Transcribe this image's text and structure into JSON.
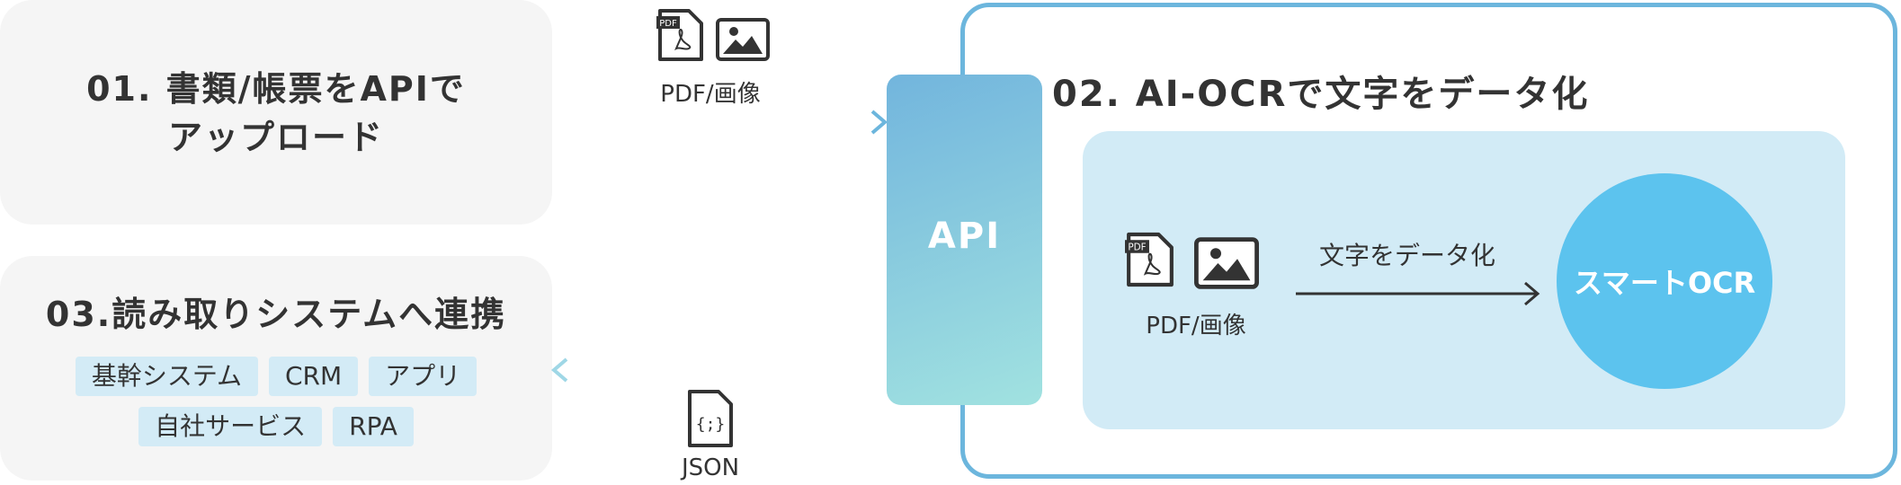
{
  "step1": {
    "title_line1": "01. 書類/帳票をAPIで",
    "title_line2": "アップロード"
  },
  "step2": {
    "title": "02. AI-OCRで文字をデータ化",
    "api_label": "API",
    "files_label": "PDF/画像",
    "convert_label": "文字をデータ化",
    "ocr_label": "スマートOCR"
  },
  "step3": {
    "title": "03.読み取りシステムへ連携",
    "tags_row1": [
      "基幹システム",
      "CRM",
      "アプリ"
    ],
    "tags_row2": [
      "自社サービス",
      "RPA"
    ]
  },
  "upload_label": "PDF/画像",
  "output_label": "JSON",
  "icons": [
    "pdf-icon",
    "image-icon",
    "json-icon"
  ],
  "colors": {
    "accent": "#6cb6dd",
    "circle": "#5cc3ee",
    "inner": "#d2ebf6",
    "tag": "#d3ebf6"
  }
}
